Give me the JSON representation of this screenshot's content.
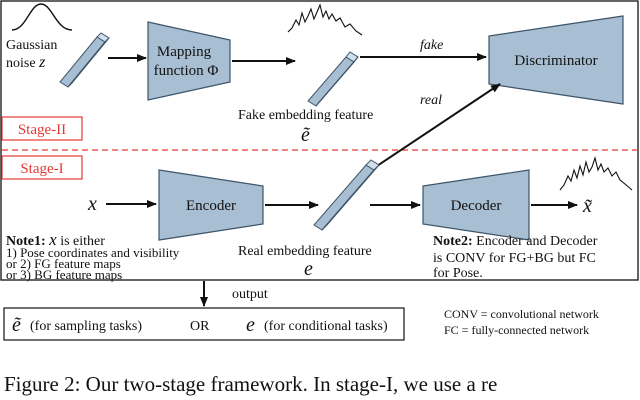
{
  "inputs": {
    "noise_line1": "Gaussian",
    "noise_line2": "noise",
    "noise_symbol": "z",
    "x_symbol": "x"
  },
  "blocks": {
    "mapping_line1": "Mapping",
    "mapping_line2": "function Φ",
    "discriminator": "Discriminator",
    "encoder": "Encoder",
    "decoder": "Decoder"
  },
  "arrows": {
    "fake": "fake",
    "real": "real",
    "output": "output"
  },
  "features": {
    "fake_label": "Fake embedding feature",
    "fake_symbol": "ẽ",
    "real_label": "Real embedding feature",
    "real_symbol": "e",
    "output_symbol": "x̃"
  },
  "stages": {
    "stage2": "Stage-II",
    "stage1": "Stage-I"
  },
  "note1": {
    "prefix": "Note1:",
    "symbol": "x",
    "suffix": " is either",
    "line1": "1) Pose coordinates and visibility",
    "line2": "or 2) FG feature maps",
    "line3": "or 3) BG feature maps"
  },
  "note2": {
    "line1": "Note2: Encoder and Decoder",
    "line2": "is CONV for FG+BG but FC",
    "line3": "for Pose."
  },
  "output_box": {
    "sym1": "ẽ",
    "text1": "(for sampling tasks)",
    "or": "OR",
    "sym2": "e",
    "text2": "(for conditional tasks)"
  },
  "legend": {
    "line1": "CONV = convolutional network",
    "line2": "FC = fully-connected network"
  },
  "caption": "Figure 2: Our two-stage framework. In stage-I, we use a re",
  "colors": {
    "block_fill": "#a8bfd3",
    "block_stroke": "#3e5468",
    "stage_red": "#e53935"
  }
}
